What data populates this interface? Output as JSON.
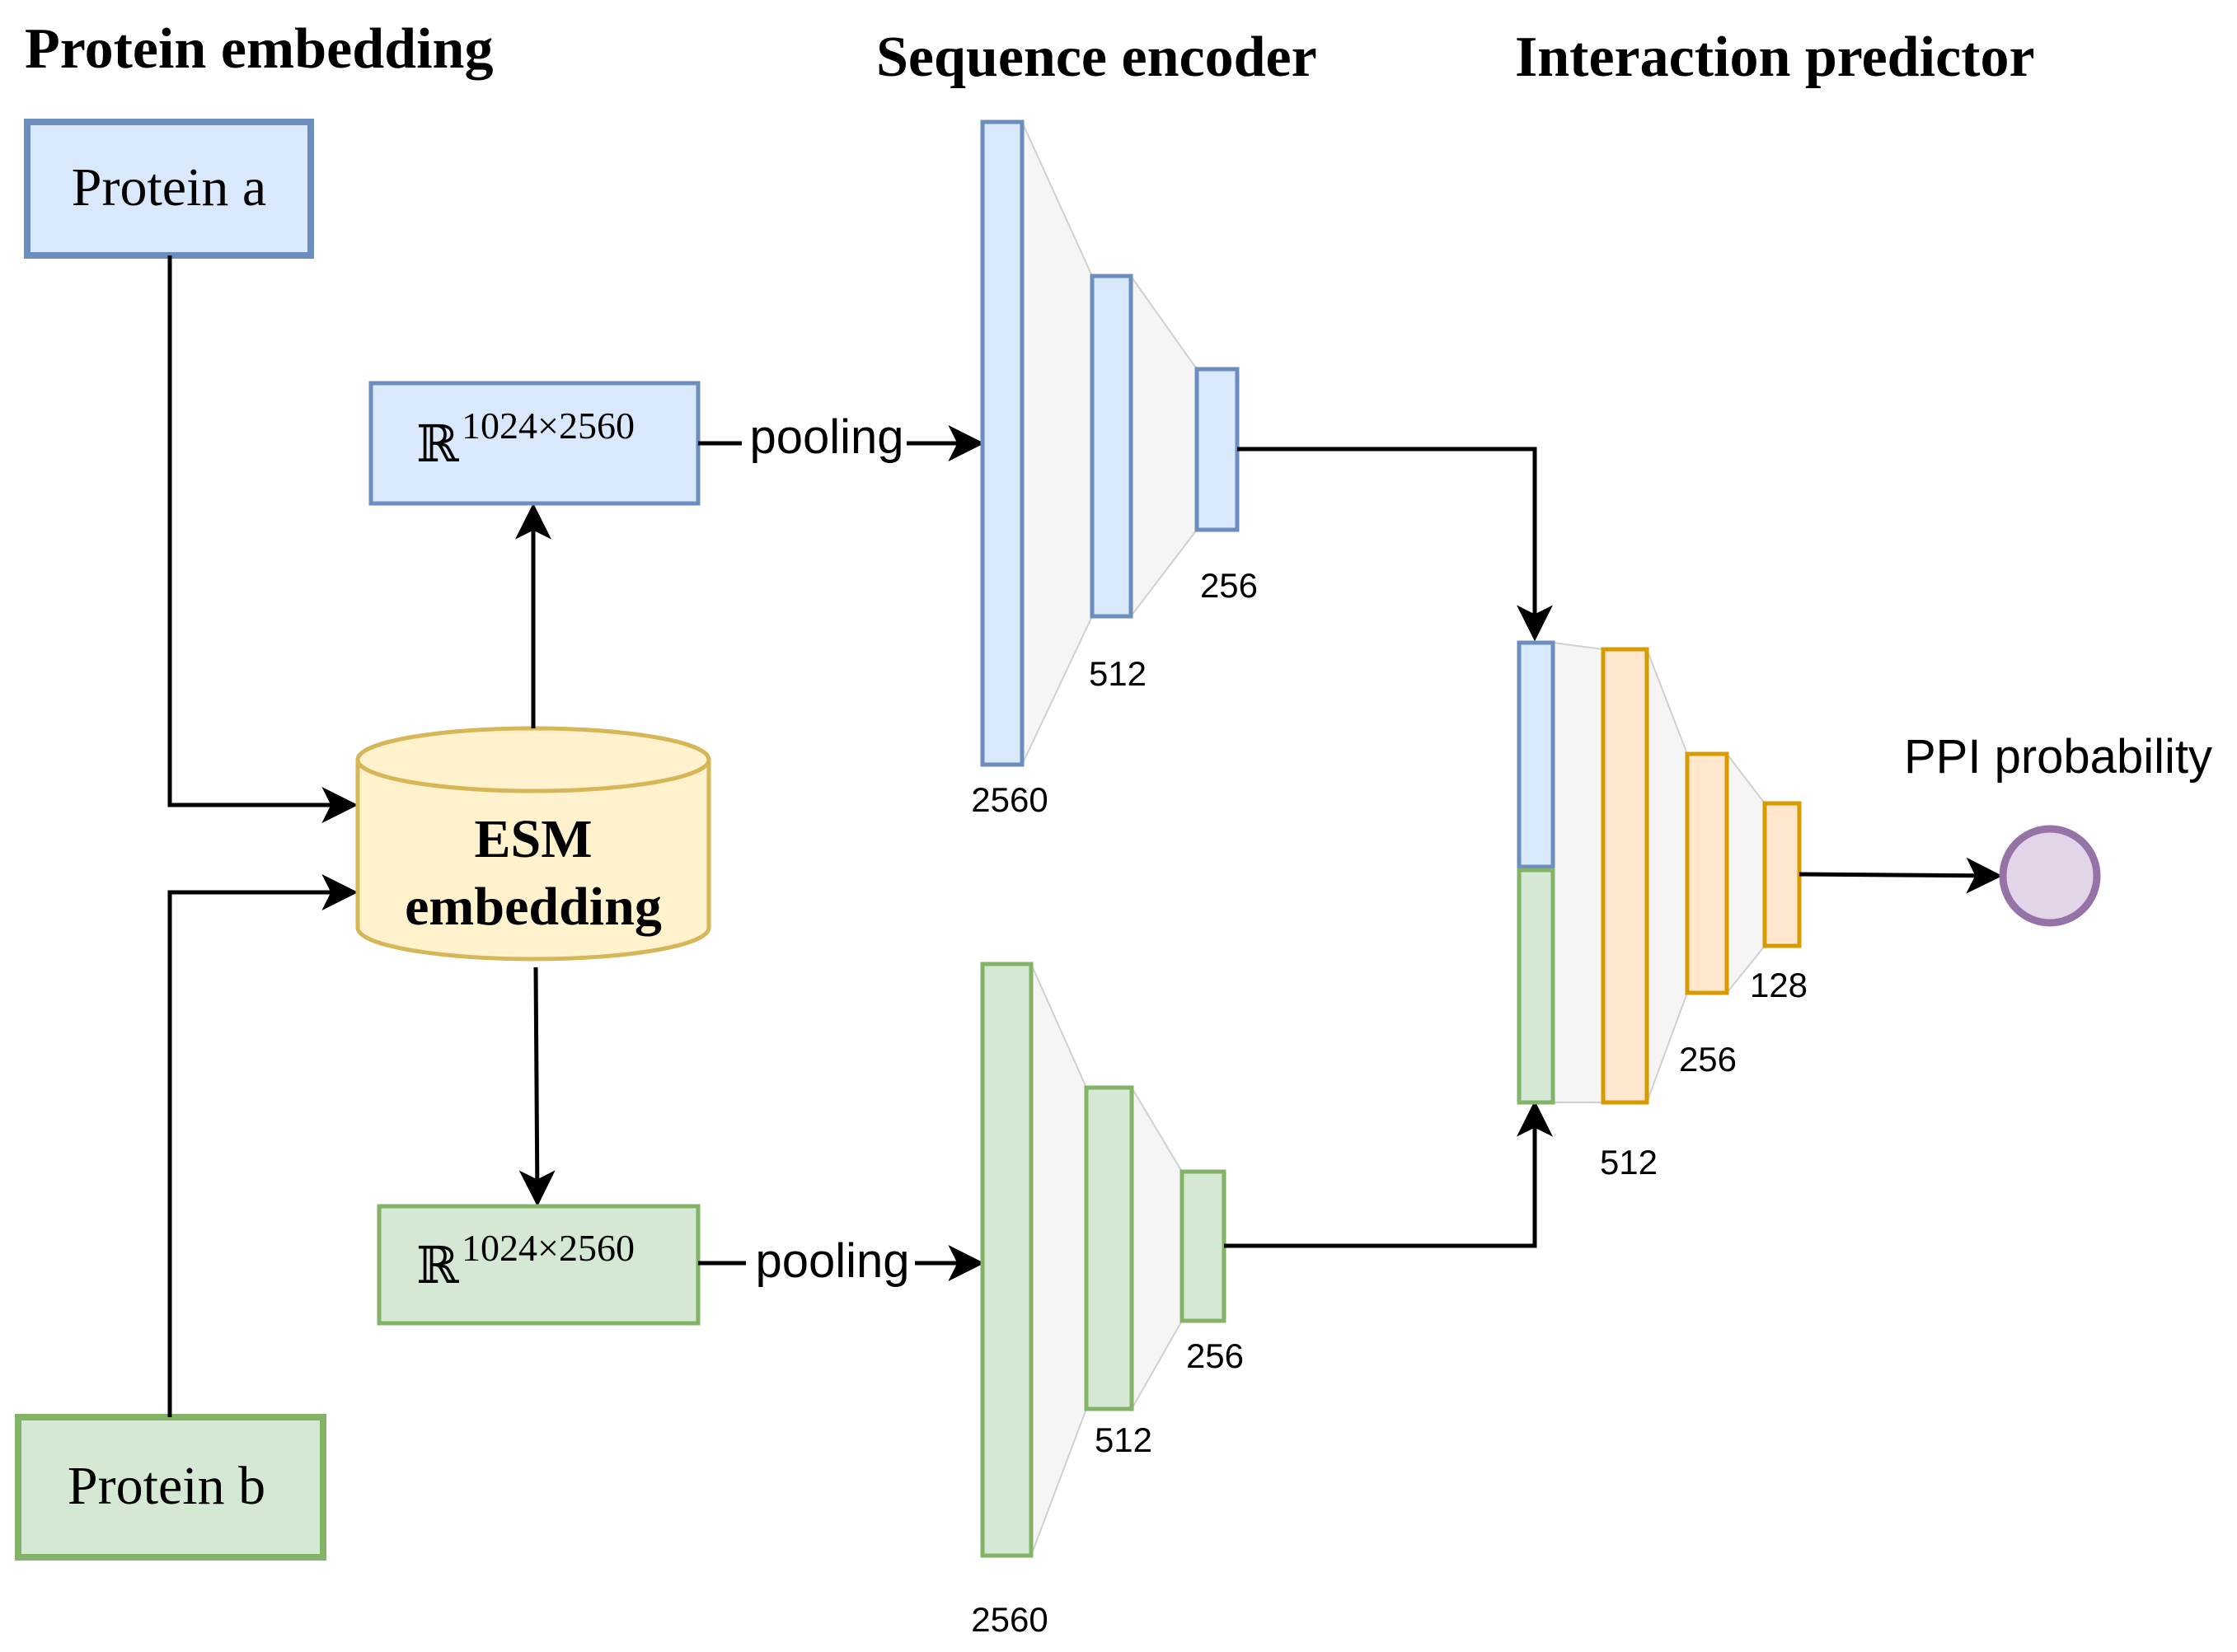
{
  "headers": {
    "protein_embedding": "Protein embedding",
    "sequence_encoder": "Sequence encoder",
    "interaction_predictor": "Interaction predictor"
  },
  "inputs": {
    "protein_a": "Protein a",
    "protein_b": "Protein b"
  },
  "esm": {
    "line1": "ESM",
    "line2": "embedding"
  },
  "embedding_matrix": {
    "symbol": "ℝ",
    "dims": "1024×2560"
  },
  "pooling_label": "pooling",
  "encoder_a": {
    "layers": [
      "2560",
      "512",
      "256"
    ]
  },
  "encoder_b": {
    "layers": [
      "2560",
      "512",
      "256"
    ]
  },
  "predictor": {
    "layers": [
      "512",
      "256",
      "128"
    ]
  },
  "output_label": "PPI probability",
  "colors": {
    "blue_fill": "#dae8fc",
    "blue_stroke": "#6c8ebf",
    "green_fill": "#d5e8d4",
    "green_stroke": "#82b366",
    "yellow_fill": "#fff2cc",
    "yellow_stroke": "#d6b656",
    "orange_fill": "#ffe6cc",
    "orange_stroke": "#d79b00",
    "purple_fill": "#e1d5e7",
    "purple_stroke": "#9673a6"
  }
}
